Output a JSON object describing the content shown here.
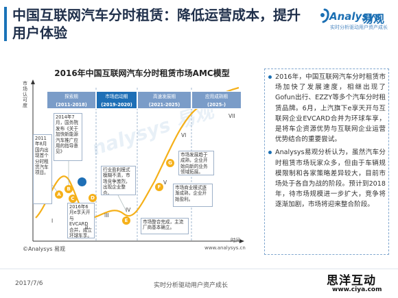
{
  "header": {
    "title": "中国互联网汽车分时租赁：降低运营成本，提升用户体验"
  },
  "logo": {
    "brand": "nalysys",
    "brand_initial": "A",
    "brand_cn": "易观",
    "tagline": "实时分析驱动用户资产成长"
  },
  "chart": {
    "title": "2016年中国互联网汽车分时租赁市场AMC模型",
    "y_axis_label": "市场认可度",
    "x_axis_label": "时间",
    "source": "©Analysys 易观",
    "url": "www.analysys.cn",
    "watermark": "nalysys 易观",
    "watermark_cn": "易观",
    "phases": [
      {
        "name": "探索期",
        "years": "(2011-2018)"
      },
      {
        "name": "市场启动期",
        "years": "(2019-2020)"
      },
      {
        "name": "高速发展期",
        "years": "(2021-2025)"
      },
      {
        "name": "应用成熟期",
        "years": "(2025-)"
      }
    ],
    "stages": [
      "I",
      "II",
      "III",
      "IV",
      "V",
      "VI",
      "VII"
    ],
    "markers": [
      "A",
      "B",
      "C",
      "D",
      "E",
      "F",
      "G"
    ],
    "notes": {
      "n2011": "2011年8月国内出现首个分时租赁汽车项目。",
      "n2014": "2014年7月，国务院发布《关于加快新能源汽车推广应用的指导意见》",
      "n2016": "2016年6月e享天开与EVCARD合并，成立环球车享。",
      "nmodel": "行业盈利模式模糊不清，市场竞争激烈，出现企业整合。",
      "nintegrate": "市场整合完成，主流厂商基本确立。",
      "nbusiness": "市场商业模式逐渐成熟，企业开始盈利。",
      "nmature": "市场发展趋于成熟，企业开始向新的业务领域拓展。"
    },
    "colors": {
      "curve": "#f5b019",
      "marker": "#f5b019",
      "current": "#1e6fb6",
      "phase_highlight": "#1e6fb6",
      "phase_bg": "#7a9cc8"
    }
  },
  "side_panel": {
    "paragraphs": [
      "2016年，中国互联网汽车分时租赁市场加快了发展速度，相继出现了Gofun出行、EZZY等多个汽车分时租赁品牌。6月，上汽旗下e享天开与互联网企业EVCARD合并为环球车享，是将车企资源优势与互联网企业运营优势结合的重要尝试。",
      "Analysys易观分析认为，虽然汽车分时租赁市场玩家众多，但由于车辆规模限制和各家策略差异较大，目前市场处于各自为战的阶段。预计到2018年，待市场规模进一步扩大，竞争将逐渐加剧，市场将迎来整合阶段。"
    ]
  },
  "footer": {
    "date": "2017/7/6",
    "slogan": "实时分析驱动用户资产成长",
    "watermark_main": "思洋互动",
    "watermark_url": "www.ciya.com"
  }
}
